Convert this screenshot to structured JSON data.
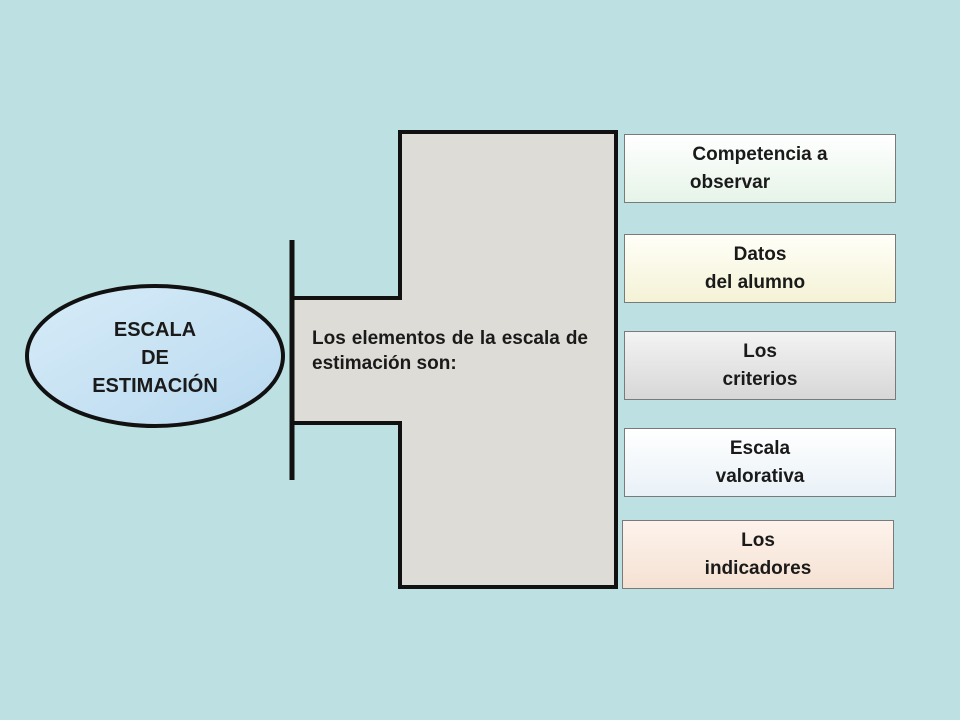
{
  "center_node": {
    "lines": [
      "ESCALA",
      "DE",
      "ESTIMACIÓN"
    ]
  },
  "panel": {
    "text": "Los elementos de la escala de estimación son:"
  },
  "items": [
    {
      "lines": [
        "Competencia a",
        "observar"
      ],
      "fill": "#e6f4e8"
    },
    {
      "lines": [
        "Datos",
        "del alumno"
      ],
      "fill": "#f4f2d6"
    },
    {
      "lines": [
        "Los",
        "criterios"
      ],
      "fill": "#d7d7d7"
    },
    {
      "lines": [
        "Escala",
        "valorativa"
      ],
      "fill": "#e9f1f7"
    },
    {
      "lines": [
        "Los",
        "indicadores"
      ],
      "fill": "#f5e1d3"
    }
  ],
  "colors": {
    "background": "#bde0e3",
    "oval_fill": "#c9e3f3",
    "panel_fill": "#dedcd6",
    "outline": "#111111"
  }
}
